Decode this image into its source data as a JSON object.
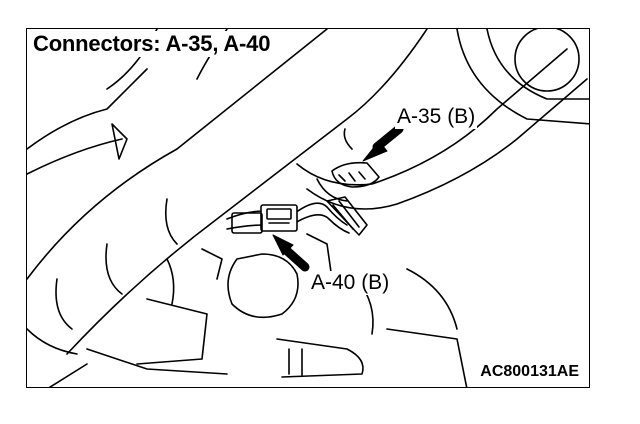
{
  "title": "Connectors: A-35, A-40",
  "callouts": {
    "a35": "A-35 (B)",
    "a40": "A-40 (B)"
  },
  "figure_code": "AC800131AE",
  "colors": {
    "line": "#000000",
    "background": "#ffffff"
  }
}
